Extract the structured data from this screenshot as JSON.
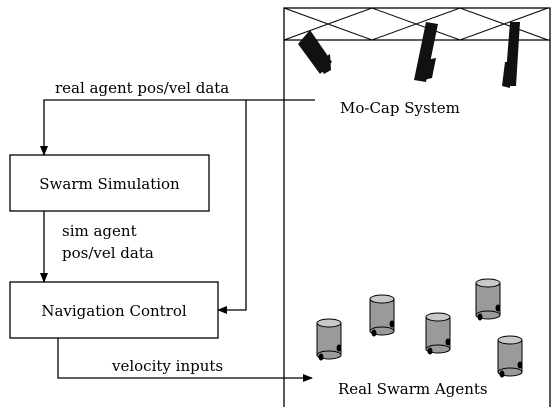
{
  "boxes": {
    "swarm_simulation": "Swarm Simulation",
    "navigation_control": "Navigation Control"
  },
  "edges": {
    "real_data": "real agent pos/vel data",
    "sim_data_line1": "sim agent",
    "sim_data_line2": "pos/vel data",
    "velocity_inputs": "velocity inputs"
  },
  "environment": {
    "mocap": "Mo-Cap System",
    "agents": "Real Swarm Agents"
  },
  "colors": {
    "stroke": "#000000",
    "camera": "#111111",
    "robot_body": "#9a9a9a",
    "robot_top": "#c8c8c8"
  }
}
